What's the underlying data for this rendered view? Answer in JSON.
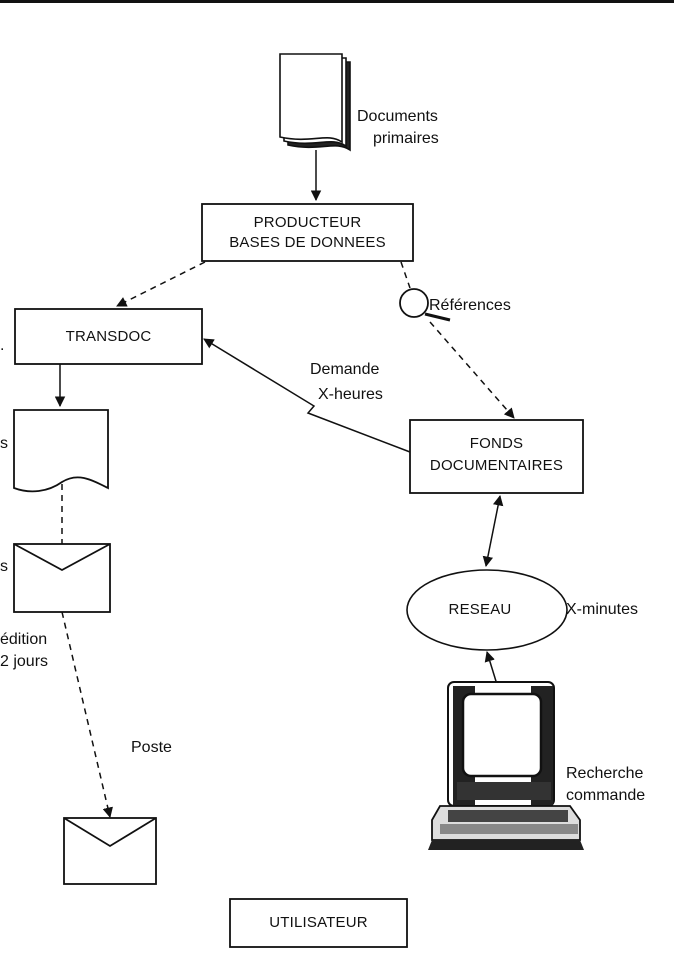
{
  "nodes": {
    "documents_primaires": {
      "line1": "Documents",
      "line2": "primaires"
    },
    "producteur": {
      "line1": "PRODUCTEUR",
      "line2": "BASES DE DONNEES"
    },
    "transdoc": {
      "label": "TRANSDOC"
    },
    "fonds": {
      "line1": "FONDS",
      "line2": "DOCUMENTAIRES"
    },
    "reseau": {
      "label": "RESEAU"
    },
    "utilisateur": {
      "label": "UTILISATEUR"
    },
    "recherche": {
      "line1": "Recherche",
      "line2": "commande"
    }
  },
  "edges": {
    "references": "Références",
    "demande": "Demande",
    "x_heures": "X-heures",
    "x_minutes": "X-minutes",
    "poste": "Poste"
  },
  "left_partial": {
    "s1": "s",
    "s2": "s",
    "edition": "édition",
    "jours": "2 jours",
    "dot": "."
  }
}
